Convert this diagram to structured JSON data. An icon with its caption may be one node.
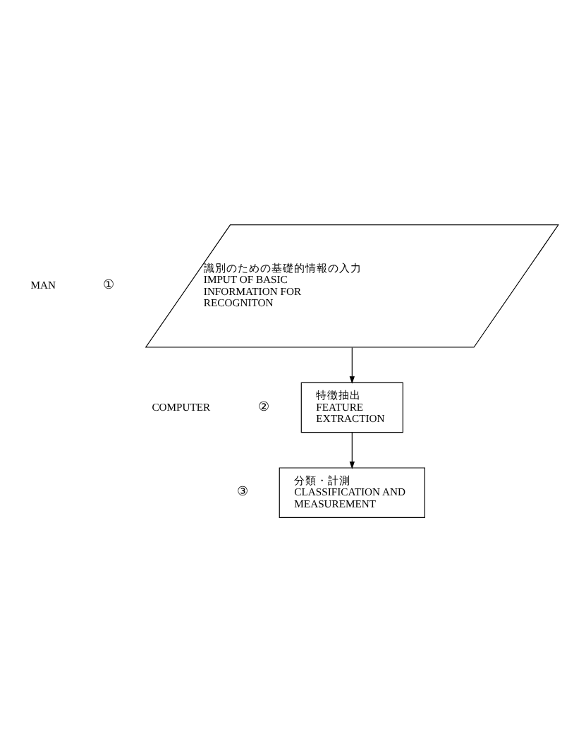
{
  "diagram": {
    "nodes": [
      {
        "text": [
          "識別のための基礎的情報の入力",
          "IMPUT OF BASIC INFORMATION FOR RECOGNITON"
        ],
        "beside": [
          "①"
        ]
      },
      {
        "text": [
          "特徴抽出",
          "FEATURE EXTRACTION"
        ],
        "beside": [
          "②"
        ]
      },
      {
        "text": [
          "分類・計測",
          "CLASSIFICATION AND MEASUREMENT"
        ],
        "beside": [
          "③"
        ]
      }
    ],
    "edges": [
      {
        "from": 0,
        "to": 1,
        "arrow": "to"
      },
      {
        "from": 1,
        "to": 2,
        "arrow": "to"
      }
    ],
    "labels": [
      "MAN",
      "COMPUTER"
    ]
  }
}
